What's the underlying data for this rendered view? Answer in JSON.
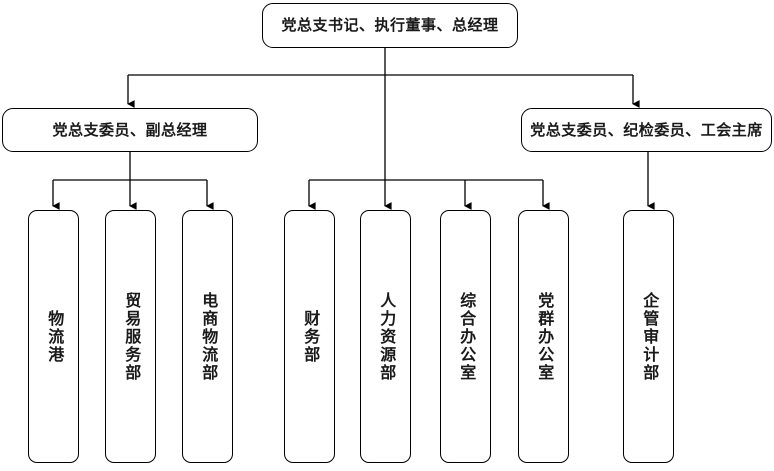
{
  "diagram": {
    "title_text": "党总支书记、执行董事、总经理",
    "colors": {
      "line": "#000000",
      "box_border": "#000000",
      "box_fill": "#ffffff",
      "text": "#1a1a1a",
      "background": "#ffffff"
    },
    "levels": {
      "top": {
        "label": "党总支书记、执行董事、总经理"
      },
      "middle": [
        {
          "label": "党总支委员、副总经理"
        },
        {
          "label": "党总支委员、纪检委员、工会主席"
        }
      ],
      "departments": [
        {
          "label": "物流港",
          "group": "left"
        },
        {
          "label": "贸易服务部",
          "group": "left"
        },
        {
          "label": "电商物流部",
          "group": "left"
        },
        {
          "label": "财务部",
          "group": "center"
        },
        {
          "label": "人力资源部",
          "group": "center"
        },
        {
          "label": "综合办公室",
          "group": "center"
        },
        {
          "label": "党群办公室",
          "group": "center"
        },
        {
          "label": "企管审计部",
          "group": "right"
        }
      ]
    }
  }
}
